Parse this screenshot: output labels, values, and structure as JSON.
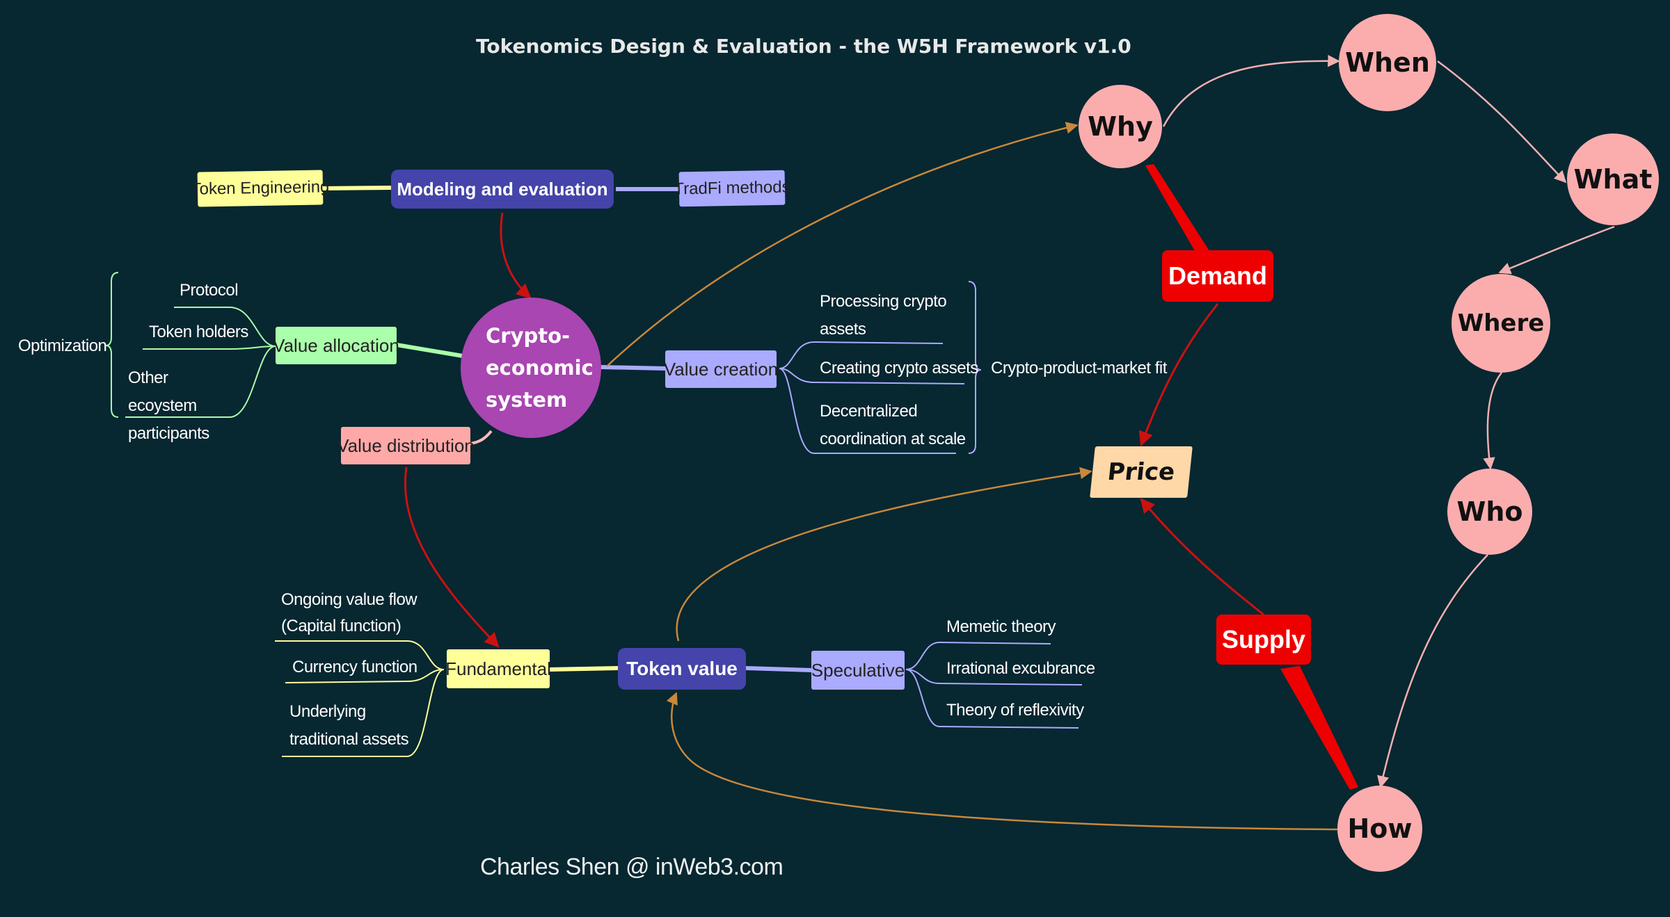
{
  "title": "Tokenomics Design & Evaluation - the W5H Framework v1.0",
  "author": "Charles Shen @ inWeb3.com",
  "center": "Crypto-economic system",
  "modeling": {
    "label": "Modeling and evaluation",
    "left": "Token Engineering",
    "right": "TradFi methods"
  },
  "allocation": {
    "label": "Value allocation",
    "items": [
      "Protocol",
      "Token holders",
      "Other ecoystem participants"
    ],
    "summary": "Optimization"
  },
  "creation": {
    "label": "Value creation",
    "items": [
      "Processing crypto assets",
      "Creating crypto assets",
      "Decentralized coordination at scale"
    ],
    "summary": "Crypto-product-market fit"
  },
  "distribution": {
    "label": "Value distribution"
  },
  "token_value": {
    "label": "Token value"
  },
  "fundamental": {
    "label": "Fundamental",
    "items": [
      "Ongoing value flow (Capital function)",
      "Currency function",
      "Underlying traditional assets"
    ]
  },
  "speculative": {
    "label": "Speculative",
    "items": [
      "Memetic theory",
      "Irrational excubrance",
      "Theory of reflexivity"
    ]
  },
  "w5h": [
    "Why",
    "When",
    "What",
    "Where",
    "Who",
    "How"
  ],
  "demand": "Demand",
  "supply": "Supply",
  "price": "Price",
  "colors": {
    "background": "#072731",
    "purple_node": "#4444aa",
    "center_node": "#a946b1",
    "circle_node": "#fbadad",
    "red_node": "#ee0000",
    "arrow_red": "#cc1111",
    "arrow_orange": "#c9883a"
  }
}
